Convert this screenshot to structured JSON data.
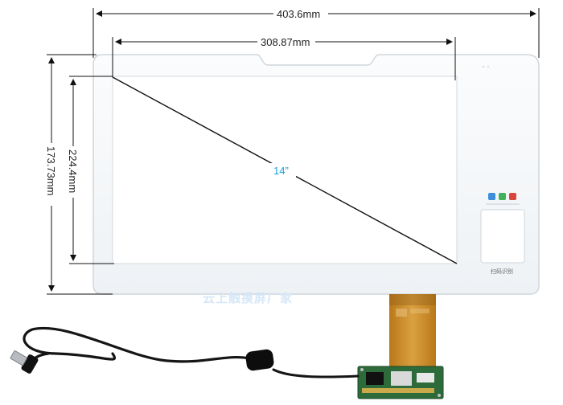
{
  "dimensions": {
    "outer_width": "403.6mm",
    "active_width": "308.87mm",
    "outer_height": "173.73mm",
    "active_height": "224.4mm",
    "diagonal": "14”"
  },
  "watermark": "云上触摸屏厂家",
  "panel_badge": "扫码识别",
  "icons": [
    "app-icon-blue",
    "app-icon-green",
    "app-icon-red"
  ],
  "colors": {
    "panel": "#f4f7f9",
    "panel_edge": "#d9dee3",
    "dimension_line": "#111111",
    "diagonal_label": "#1aa0d8",
    "fpc": "#c98a1e",
    "pcb": "#2e6b3a",
    "cable": "#151515"
  }
}
